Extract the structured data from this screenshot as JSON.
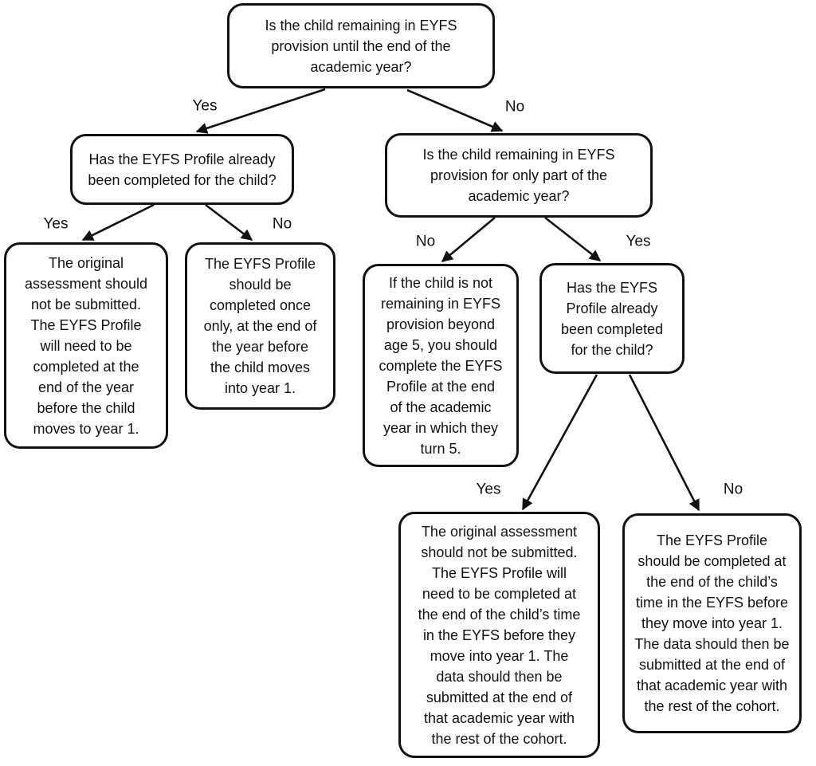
{
  "nodes": {
    "root_question": {
      "text": "Is the child remaining in EYFS\nprovision until the end of the\nacademic year?"
    },
    "left_question": {
      "text": "Has the EYFS Profile already\nbeen completed for the child?"
    },
    "left_yes_outcome": {
      "text": "The original\nassessment should\nnot be submitted.\nThe EYFS Profile\nwill need to be\ncompleted at the\nend of the year\nbefore the child\nmoves to year 1."
    },
    "left_no_outcome": {
      "text": "The EYFS Profile\nshould be\ncompleted once\nonly, at the end of\nthe year before\nthe child moves\ninto year 1."
    },
    "right_question": {
      "text": "Is the child remaining in EYFS\nprovision for only part of the\nacademic year?"
    },
    "part_no_outcome": {
      "text": "If the child is not\nremaining in EYFS\nprovision beyond\nage 5, you should\ncomplete the EYFS\nProfile at the end\nof the academic\nyear in which they\nturn 5."
    },
    "right_question_2": {
      "text": "Has the EYFS\nProfile already\nbeen completed\nfor the child?"
    },
    "right_yes_outcome": {
      "text": "The original assessment\nshould not be submitted.\nThe EYFS Profile will\nneed to be completed at\nthe end of the child’s time\nin the EYFS before they\nmove into year 1. The\ndata should then be\nsubmitted at the end of\nthat academic year with\nthe rest of the cohort."
    },
    "right_no_outcome": {
      "text": "The EYFS Profile\nshould be completed at\nthe end of the child’s\ntime in the EYFS before\nthey move into year 1.\nThe data should then be\nsubmitted at the end of\nthat academic year with\nthe rest of the cohort."
    }
  },
  "edge_labels": {
    "root_yes": "Yes",
    "root_no": "No",
    "left_yes": "Yes",
    "left_no": "No",
    "part_no": "No",
    "part_yes": "Yes",
    "right_yes": "Yes",
    "right_no": "No"
  },
  "colors": {
    "stroke": "#111111",
    "background": "#ffffff",
    "text": "#111111"
  }
}
